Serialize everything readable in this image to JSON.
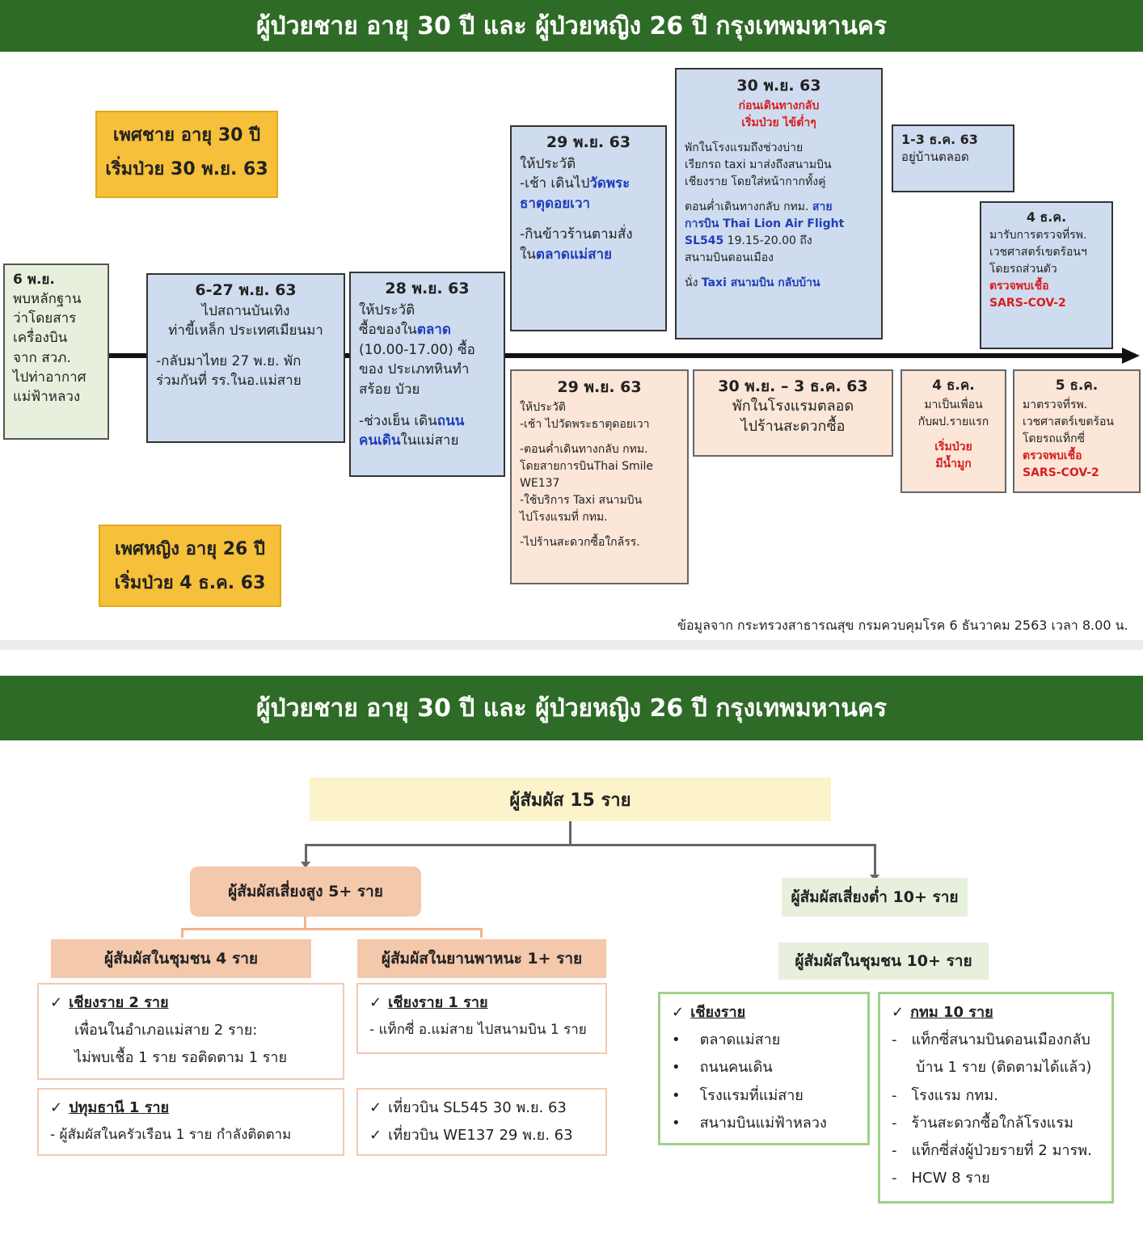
{
  "banner1": "ผู้ป่วยชาย อายุ 30 ปี และ ผู้ป่วยหญิง 26 ปี กรุงเทพมหานคร",
  "banner2": "ผู้ป่วยชาย อายุ 30 ปี และ ผู้ป่วยหญิง 26 ปี กรุงเทพมหานคร",
  "male_tag": {
    "l1": "เพศชาย อายุ 30 ปี",
    "l2": "เริ่มป่วย 30 พ.ย. 63"
  },
  "female_tag": {
    "l1": "เพศหญิง อายุ 26 ปี",
    "l2": "เริ่มป่วย 4 ธ.ค. 63"
  },
  "b6nov": {
    "title": "6 พ.ย.",
    "lines": [
      "พบหลักฐาน",
      "ว่าโดยสาร",
      "เครื่องบิน",
      "จาก สวภ.",
      "ไปท่าอากาศ",
      "แม่ฟ้าหลวง"
    ]
  },
  "b6_27": {
    "title": "6-27 พ.ย. 63",
    "l1": "ไปสถานบันเทิง",
    "l2": "ท่าขี้เหล็ก ประเทศเมียนมา",
    "l3": "-กลับมาไทย 27 พ.ย. พัก",
    "l4": "ร่วมกันที่ รร.ในอ.แม่สาย"
  },
  "b28": {
    "title": "28 พ.ย. 63",
    "l1": "ให้ประวัติ",
    "l2a": "ซื้อของใน",
    "l2b": "ตลาด",
    "l2c": "(10.00-17.00) ซื้อ",
    "l3": "ของ ประเภทหินทำ",
    "l4": "สร้อย บัวย",
    "l5a": "-ช่วงเย็น เดิน",
    "l5b": "ถนน",
    "l6a": "คนเดิน",
    "l6b": "ในแม่สาย"
  },
  "b29u": {
    "title": "29 พ.ย. 63",
    "l1": "ให้ประวัติ",
    "l2a": "-เช้า เดินไป",
    "l2b": "วัดพระ",
    "l3": "ธาตุดอยเวา",
    "l4": "-กินข้าวร้านตามสั่ง",
    "l5a": "ใน",
    "l5b": "ตลาดแม่สาย"
  },
  "b30u": {
    "title": "30 พ.ย. 63",
    "r1": "ก่อนเดินทางกลับ",
    "r2": "เริ่มป่วย ไข้ต่ำๆ",
    "l1": "พักในโรงแรมถึงช่วงบ่าย",
    "l2": "เรียกรถ taxi มาส่งถึงสนามบิน",
    "l3": "เชียงราย โดยใส่หน้ากากทั้งคู่",
    "l4a": "ตอนค่ำเดินทางกลับ กทม. ",
    "l4b": "สาย",
    "l5": "การบิน Thai Lion Air Flight",
    "l6a": "SL545",
    "l6b": " 19.15-20.00 ถึง",
    "l7": "สนามบินดอนเมือง",
    "l8a": "นั่ง ",
    "l8b": "Taxi สนามบิน กลับบ้าน"
  },
  "b1_3": {
    "title": "1-3 ธ.ค. 63",
    "l1": "อยู่บ้านตลอด"
  },
  "b4u": {
    "title": "4 ธ.ค.",
    "l1": "มารับการตรวจที่รพ.",
    "l2": "เวชศาสตร์เขตร้อนฯ",
    "l3": "โดยรถส่วนตัว",
    "r1": "ตรวจพบเชื้อ",
    "r2": "SARS-COV-2"
  },
  "b29l": {
    "title": "29 พ.ย. 63",
    "l1": "ให้ประวัติ",
    "l2": "-เช้า ไปวัดพระธาตุดอยเวา",
    "l3": "-ตอนค่ำเดินทางกลับ กทม.",
    "l4": "โดยสายการบินThai Smile",
    "l5": "WE137",
    "l6": "-ใช้บริการ Taxi สนามบิน",
    "l7": "ไปโรงแรมที่ กทม.",
    "l8": "-ไปร้านสะดวกซื้อใกล้รร."
  },
  "b30l": {
    "title": "30 พ.ย. – 3 ธ.ค. 63",
    "l1": "พักในโรงแรมตลอด",
    "l2": "ไปร้านสะดวกซื้อ"
  },
  "b4l": {
    "title": "4 ธ.ค.",
    "l1": "มาเป็นเพื่อน",
    "l2": "กับผป.รายแรก",
    "r1": "เริ่มป่วย",
    "r2": "มีน้ำมูก"
  },
  "b5": {
    "title": "5 ธ.ค.",
    "l1": "มาตรวจที่รพ.",
    "l2": "เวชศาสตร์เขตร้อน",
    "l3": "โดยรถแท็กซี่",
    "r1": "ตรวจพบเชื้อ",
    "r2": "SARS-COV-2"
  },
  "source": "ข้อมูลจาก กระทรวงสาธารณสุข กรมควบคุมโรค 6 ธันวาคม 2563 เวลา 8.00 น.",
  "contacts_total": "ผู้สัมผัส 15   ราย",
  "high_risk": "ผู้สัมผัสเสี่ยงสูง 5+  ราย",
  "low_risk": "ผู้สัมผัสเสี่ยงต่ำ  10+ ราย",
  "community4": "ผู้สัมผัสในชุมชน 4 ราย",
  "vehicle": "ผู้สัมผัสในยานพาหนะ 1+ ราย",
  "community10": "ผู้สัมผัสในชุมชน  10+ ราย",
  "check": "✓",
  "cr2": {
    "head": "เชียงราย 2 ราย",
    "l1": "เพื่อนในอำเภอแม่สาย 2 ราย:",
    "l2": "ไม่พบเชื้อ 1 ราย รอติดตาม 1 ราย"
  },
  "pt": {
    "head": "ปทุมธานี 1 ราย",
    "l1": "- ผู้สัมผัสในครัวเรือน 1 ราย กำลังติดตาม"
  },
  "cr1": {
    "head": "เชียงราย 1 ราย",
    "l1": "- แท็กซี่ อ.แม่สาย ไปสนามบิน 1 ราย"
  },
  "flights": {
    "f1": "เที่ยวบิน  SL545 30 พ.ย. 63",
    "f2": "เที่ยวบิน WE137 29 พ.ย. 63"
  },
  "crg": {
    "head": "เชียงราย",
    "items": [
      "ตลาดแม่สาย",
      "ถนนคนเดิน",
      "โรงแรมที่แม่สาย",
      "สนามบินแม่ฟ้าหลวง"
    ]
  },
  "bkk": {
    "head": "กทม 10  ราย",
    "items": [
      "แท็กซี่สนามบินดอนเมืองกลับ",
      "บ้าน 1 ราย (ติดตามได้แล้ว)",
      "โรงแรม กทม.",
      "ร้านสะดวกซื้อใกล้โรงแรม",
      "แท็กซี่ส่งผู้ป่วยรายที่ 2 มารพ.",
      "HCW 8 ราย"
    ]
  }
}
